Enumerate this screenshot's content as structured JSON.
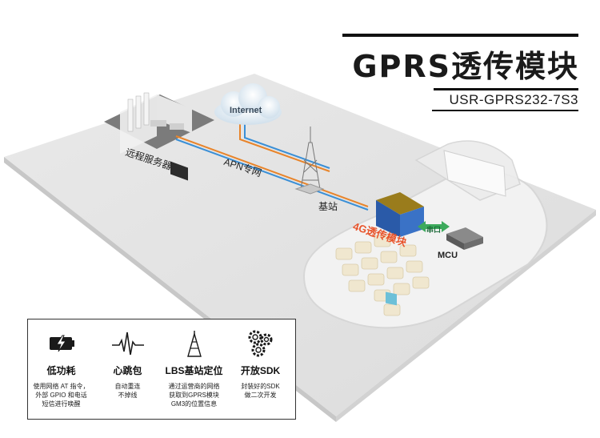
{
  "title": "GPRS透传模块",
  "model": "USR-GPRS232-7S3",
  "diagram": {
    "internet_label": "Internet",
    "server_label": "远程服务器",
    "apn_label": "APN专网",
    "base_station_label": "基站",
    "module_label": "4G透传模块",
    "port_label": "串口",
    "mcu_label": "MCU"
  },
  "colors": {
    "line_orange": "#e8842a",
    "line_blue": "#3a8fd6",
    "accent_red": "#e8532a",
    "port_green": "#3daa5c"
  },
  "features": [
    {
      "icon": "battery-bolt-icon",
      "name": "低功耗",
      "desc": "使用网络 AT 指令，\n外部 GPIO 和电话\n短信进行唤醒"
    },
    {
      "icon": "heartbeat-icon",
      "name": "心跳包",
      "desc": "自动重连\n不掉线"
    },
    {
      "icon": "antenna-tower-icon",
      "name": "LBS基站定位",
      "desc": "通过运营商的网络\n获取到GPRS模块\nGM3的位置信息"
    },
    {
      "icon": "gears-icon",
      "name": "开放SDK",
      "desc": "封装好的SDK\n做二次开发"
    }
  ]
}
